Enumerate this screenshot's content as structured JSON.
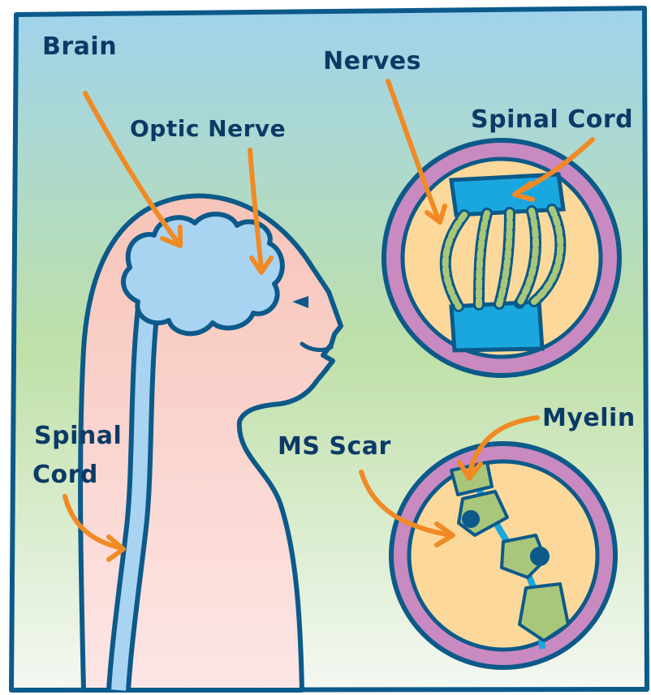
{
  "labels": {
    "brain": "Brain",
    "optic_nerve": "Optic Nerve",
    "nerves": "Nerves",
    "spinal_cord_top": "Spinal Cord",
    "spinal_cord_left_line1": "Spinal",
    "spinal_cord_left_line2": "Cord",
    "ms_scar": "MS Scar",
    "myelin": "Myelin"
  },
  "colors": {
    "outline": "#0c5a8a",
    "arrow": "#f08a24",
    "label_text": "#0c3a66",
    "skin": "#f7c9c0",
    "brain": "#a8d4f2",
    "spinal_blue": "#1aa7e0",
    "circle_ring": "#c88ac0",
    "circle_fill": "#fcd99a",
    "myelin_green": "#a9c77a"
  }
}
